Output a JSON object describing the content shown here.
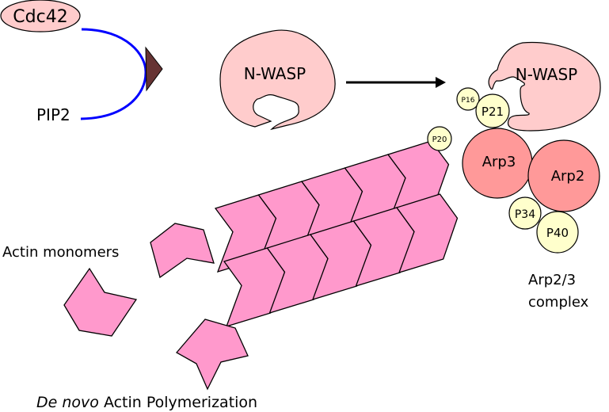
{
  "diagram": {
    "title": "De novo Actin Polymerization",
    "title_italic_part": "De novo",
    "title_rest": " Actin Polymerization",
    "activators": [
      {
        "name": "Cdc42",
        "shape": "ellipse"
      },
      {
        "name": "PIP2",
        "shape": "text"
      }
    ],
    "inactive_protein": {
      "name": "N-WASP",
      "state": "autoinhibited"
    },
    "active_protein": {
      "name": "N-WASP",
      "state": "activated"
    },
    "arp_complex": {
      "label_line1": "Arp2/3",
      "label_line2": "complex",
      "large_subunits": [
        "Arp3",
        "Arp2"
      ],
      "small_subunits": [
        "P16",
        "P21",
        "P20",
        "P34",
        "P40"
      ]
    },
    "monomer_label": "Actin monomers",
    "filament": {
      "rows": 2,
      "subunits_per_row": 5
    },
    "colors": {
      "actin": "#ff99cc",
      "nwasp": "#ffcccc",
      "arp": "#ff9999",
      "small_subunit": "#ffffcc",
      "connector_curve": "#0000ff",
      "activation_wedge": "#663333",
      "arrow": "#000000"
    }
  }
}
